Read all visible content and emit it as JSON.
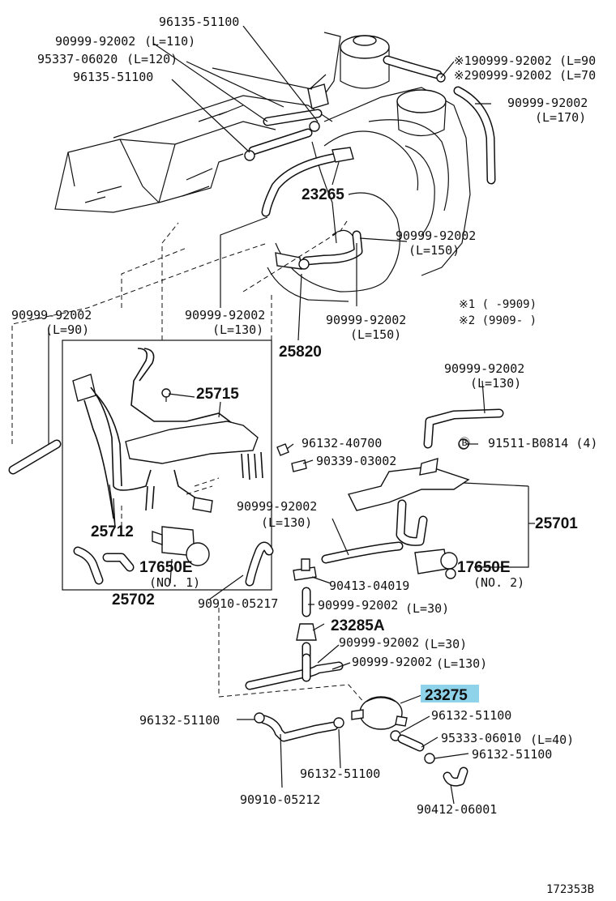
{
  "labels": {
    "p96135_top": "96135-51100",
    "p90999_l110": "90999-92002",
    "l110": "(L=110)",
    "p95337": "95337-06020",
    "l120": "(L=120)",
    "p96135_2": "96135-51100",
    "r1": "※190999-92002 (L=90",
    "r2": "※290999-92002 (L=70",
    "p90999_l170": "90999-92002",
    "l170": "(L=170)",
    "p23265": "23265",
    "p90999_l150a": "90999-92002",
    "l150a": "(L=150)",
    "p90999_l90": "90999-92002",
    "l90": "(L=90)",
    "p90999_l130a": "90999-92002",
    "l130a": "(L=130)",
    "p90999_l150b": "90999-92002",
    "l150b": "(L=150)",
    "note1": "※1 (     -9909)",
    "note2": "※2 (9909-      )",
    "p25820": "25820",
    "p25715": "25715",
    "p90999_l130b": "90999-92002",
    "l130b": "(L=130)",
    "p96132_40700": "96132-40700",
    "p91511": "91511-B0814 (4)",
    "p90339": "90339-03002",
    "p90999_l130c": "90999-92002",
    "l130c": "(L=130)",
    "p25701": "25701",
    "p25712": "25712",
    "p17650E_1": "17650E",
    "no1": "(NO. 1)",
    "p17650E_2": "17650E",
    "no2": "(NO. 2)",
    "p25702": "25702",
    "p90910_05217": "90910-05217",
    "p90413": "90413-04019",
    "p90999_l30a": "90999-92002",
    "l30a": "(L=30)",
    "p23285A": "23285A",
    "p90999_l30b": "90999-92002",
    "l30b": "(L=30)",
    "p90999_l130d": "90999-92002",
    "l130d": "(L=130)",
    "p23275": "23275",
    "p96132_a": "96132-51100",
    "p96132_b": "96132-51100",
    "p95333": "95333-06010",
    "l40": "(L=40)",
    "p96132_c": "96132-51100",
    "p96132_d": "96132-51100",
    "p90910_05212": "90910-05212",
    "p90412": "90412-06001",
    "ref": "172353B"
  },
  "colors": {
    "highlight": "#8fd3ea",
    "ink": "#111111"
  }
}
